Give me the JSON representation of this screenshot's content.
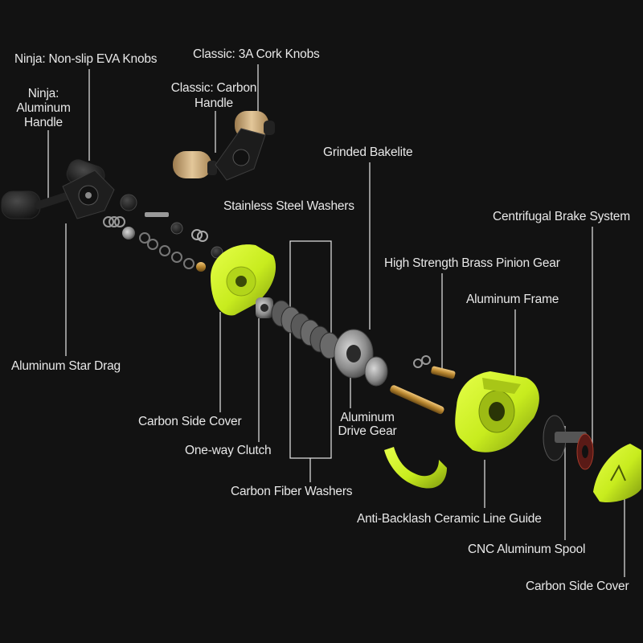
{
  "colors": {
    "background": "#121212",
    "accent_yellow": "#c8ec1e",
    "callout_line": "#e8e8e8",
    "label_text": "#e8e8e8"
  },
  "labels": {
    "ninja_knobs": "Ninja: Non-slip EVA Knobs",
    "classic_cork": "Classic: 3A Cork Knobs",
    "ninja_handle": "Ninja:\nAluminum\nHandle",
    "classic_handle": "Classic: Carbon\nHandle",
    "grinded_bakelite": "Grinded Bakelite",
    "stainless_washers": "Stainless Steel Washers",
    "centrifugal_brake": "Centrifugal Brake System",
    "pinion_gear": "High Strength Brass Pinion Gear",
    "aluminum_frame": "Aluminum Frame",
    "star_drag": "Aluminum Star Drag",
    "side_cover_left": "Carbon Side Cover",
    "drive_gear": "Aluminum\nDrive Gear",
    "one_way_clutch": "One-way Clutch",
    "carbon_washers": "Carbon Fiber Washers",
    "line_guide": "Anti-Backlash Ceramic Line Guide",
    "spool": "CNC Aluminum Spool",
    "side_cover_right": "Carbon Side Cover"
  }
}
